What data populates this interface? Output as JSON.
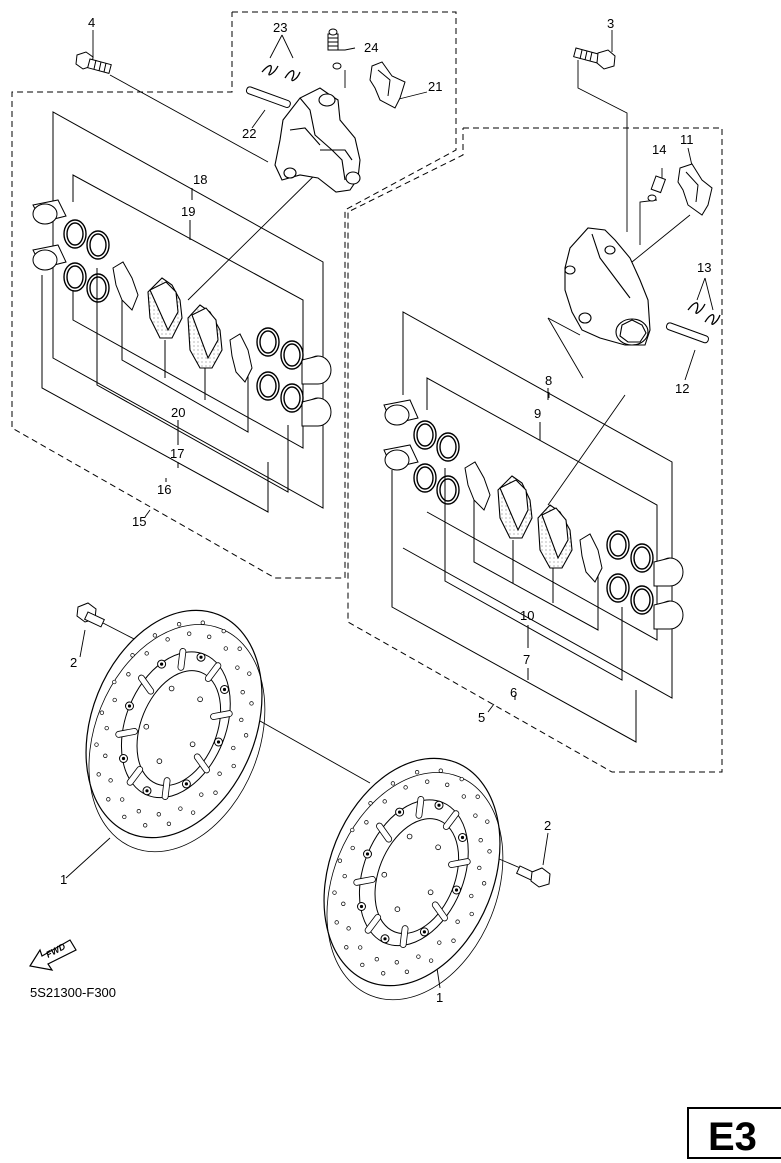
{
  "diagram": {
    "callouts": {
      "c1a": "1",
      "c1b": "1",
      "c2a": "2",
      "c2b": "2",
      "c3": "3",
      "c4": "4",
      "c5": "5",
      "c6": "6",
      "c7": "7",
      "c8": "8",
      "c9": "9",
      "c10": "10",
      "c11": "11",
      "c12": "12",
      "c13": "13",
      "c14": "14",
      "c15": "15",
      "c16": "16",
      "c17": "17",
      "c18": "18",
      "c19": "19",
      "c20": "20",
      "c21": "21",
      "c22": "22",
      "c23": "23",
      "c24": "24"
    },
    "fwd_label": "FWD",
    "diagram_code": "5S21300-F300",
    "page_ref": "E3"
  }
}
